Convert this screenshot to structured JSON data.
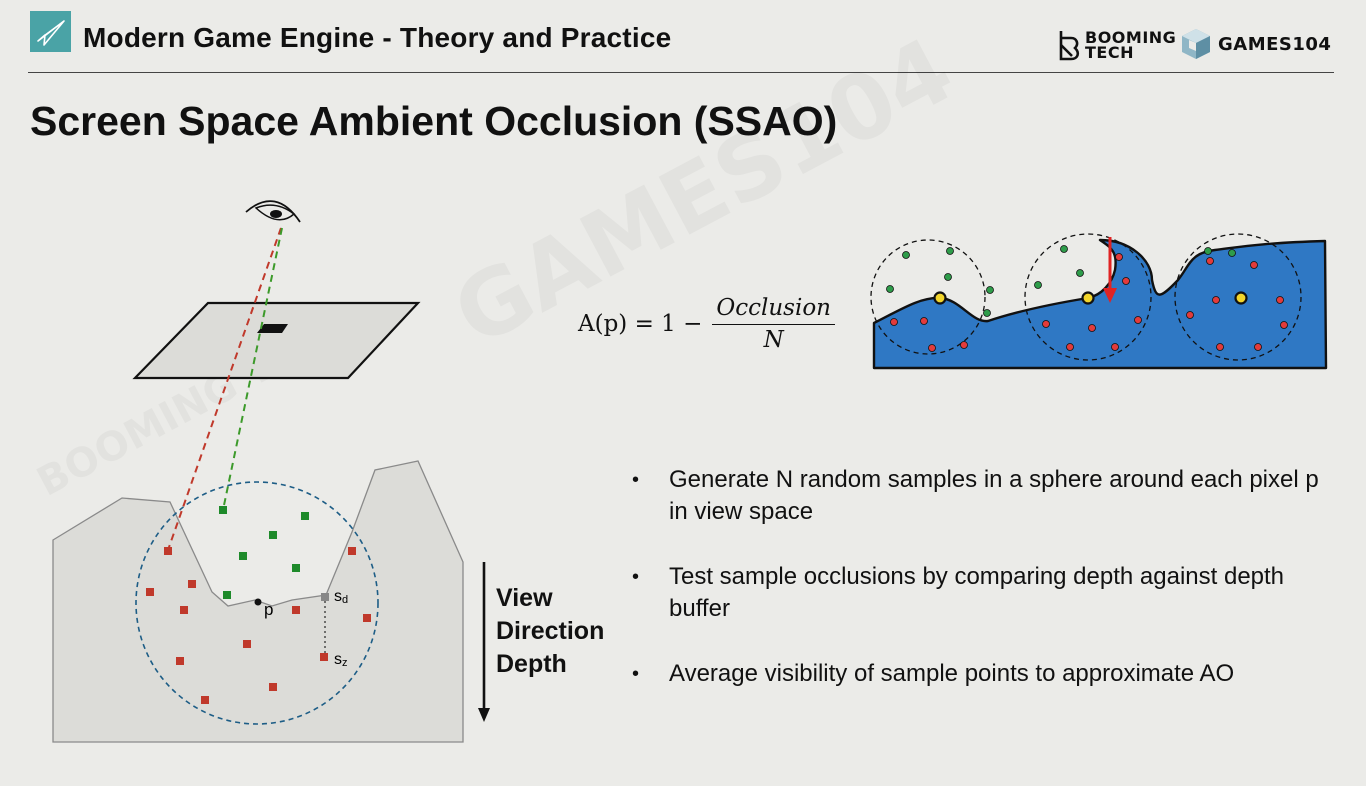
{
  "header": {
    "course_title": "Modern Game Engine - Theory and Practice",
    "brand_booming_line1": "BOOMING",
    "brand_booming_line2": "TECH",
    "brand_games": "GAMES104"
  },
  "slide": {
    "title": "Screen Space Ambient Occlusion (SSAO)"
  },
  "formula": {
    "lhs": "A(p) = 1 −",
    "numerator": "Occlusion",
    "denominator": "N"
  },
  "bullets": [
    "Generate N random samples in a sphere around each pixel p in view space",
    "Test sample occlusions by comparing depth against depth buffer",
    "Average visibility of sample points to approximate AO"
  ],
  "bullet_glyph": "•",
  "diagram": {
    "point_label": "p",
    "sd_label": "s",
    "sd_sub": "d",
    "sz_label": "s",
    "sz_sub": "z",
    "view_direction_label_line1": "View",
    "view_direction_label_line2": "Direction",
    "view_direction_label_line3": "Depth"
  },
  "colors": {
    "accent_teal": "#4aa3a6",
    "occluded_sample": "#c0392b",
    "visible_sample": "#1e8a2a",
    "surface_blue": "#2f78c4",
    "sphere_outline": "#1d5d86"
  },
  "watermarks": [
    "GAMES104",
    "BOOMING TECH"
  ]
}
